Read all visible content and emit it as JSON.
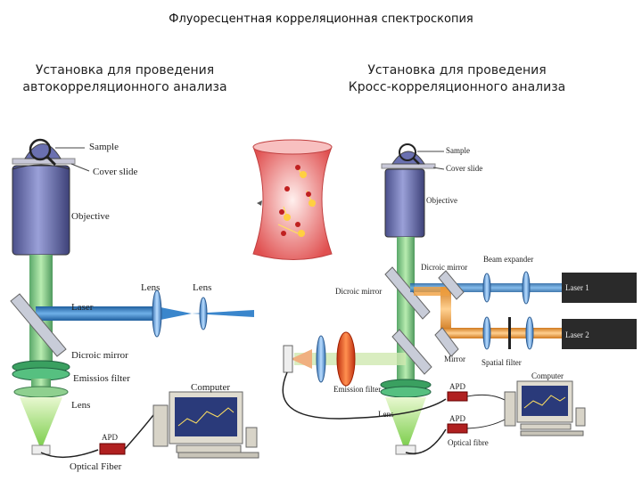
{
  "page": {
    "title": "Флуоресцентная корреляционная спектроскопия",
    "left_heading_1": "Установка для проведения",
    "left_heading_2": "автокорреляционного анализа",
    "right_heading_1": "Установка для проведения",
    "right_heading_2": "Кросс-корреляционного анализа"
  },
  "left_setup": {
    "sample": "Sample",
    "cover_slide": "Cover slide",
    "objective": "Objective",
    "lens_1": "Lens",
    "lens_2": "Lens",
    "laser": "Laser",
    "dicroic_mirror": "Dicroic mirror",
    "emission_filter": "Emissios filter",
    "lens_3": "Lens",
    "computer": "Computer",
    "apd": "APD",
    "optical_fiber": "Optical Fiber"
  },
  "right_setup": {
    "sample": "Sample",
    "cover_slide": "Cover slide",
    "objective": "Objective",
    "beam_expander": "Beam expander",
    "dicroic_mirror_1": "Dicroic mirror",
    "dicroic_mirror_2": "Dicroic mirror",
    "laser_1": "Laser 1",
    "laser_2": "Laser 2",
    "mirror": "Mirror",
    "spatial_filter": "Spatial filter",
    "emission_filter": "Emission filter",
    "lens": "Lens",
    "computer": "Computer",
    "apd_1": "APD",
    "apd_2": "APD",
    "optical_fibre": "Optical fibre"
  },
  "colors": {
    "objective": "#7a7fb8",
    "laser_blue": "#2f7fc4",
    "emission_green": "#8fcf6a",
    "laser_orange": "#f0a040",
    "focal_volume": "#e07070"
  }
}
